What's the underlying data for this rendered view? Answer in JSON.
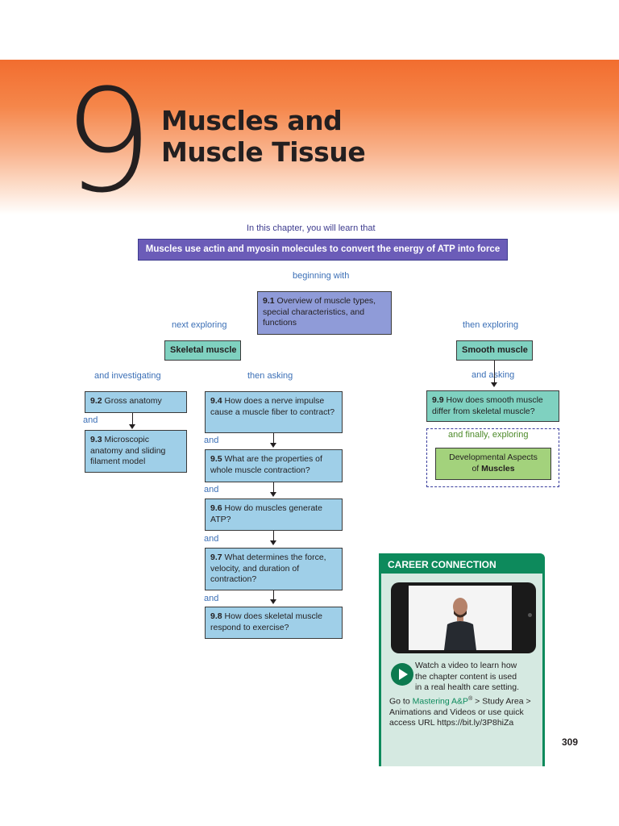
{
  "chapter": {
    "number": "9",
    "title_line1": "Muscles and",
    "title_line2": "Muscle Tissue"
  },
  "map": {
    "intro": "In this chapter, you will learn that",
    "main_idea": "Muscles use actin and myosin molecules to convert the energy of ATP into force",
    "beginning_with": "beginning with",
    "next_exploring": "next exploring",
    "then_exploring": "then exploring",
    "and_investigating": "and investigating",
    "then_asking": "then asking",
    "and_asking": "and asking",
    "and_finally": "and finally, exploring",
    "and": "and",
    "overview": {
      "num": "9.1",
      "text": "Overview of muscle types, special characteristics, and functions"
    },
    "skeletal": "Skeletal muscle",
    "smooth": "Smooth muscle",
    "s92": {
      "num": "9.2",
      "text": "Gross anatomy"
    },
    "s93": {
      "num": "9.3",
      "text": "Microscopic anatomy and sliding filament model"
    },
    "s94": {
      "num": "9.4",
      "text": "How does a nerve impulse cause a muscle fiber to contract?"
    },
    "s95": {
      "num": "9.5",
      "text": "What are the properties of whole muscle contraction?"
    },
    "s96": {
      "num": "9.6",
      "text": "How do muscles generate ATP?"
    },
    "s97": {
      "num": "9.7",
      "text": "What determines the force, velocity, and duration of contraction?"
    },
    "s98": {
      "num": "9.8",
      "text": "How does skeletal muscle respond to exercise?"
    },
    "s99": {
      "num": "9.9",
      "text": "How does smooth muscle differ from skeletal muscle?"
    },
    "dev_line1": "Developmental Aspects",
    "dev_of": "of",
    "dev_bold": "Muscles"
  },
  "career": {
    "heading": "CAREER CONNECTION",
    "line1": "Watch a video to learn how",
    "line2": "the chapter content is used",
    "line3": "in a real health care setting.",
    "goto": "Go to",
    "link": "Mastering A&P",
    "reg": "®",
    "rest1": "> Study Area >",
    "rest2": "Animations and Videos or use quick",
    "rest3": "access URL https://bit.ly/3P8hiZa"
  },
  "page_number": "309",
  "colors": {
    "banner_orange": "#f26d2f",
    "main_idea_purple": "#6b5cb8",
    "section_blue": "#9fcfe8",
    "overview_lavender": "#8f9bd8",
    "smooth_teal": "#7fd1c0",
    "dev_green": "#a3d27c",
    "career_green": "#0d8a5c"
  }
}
